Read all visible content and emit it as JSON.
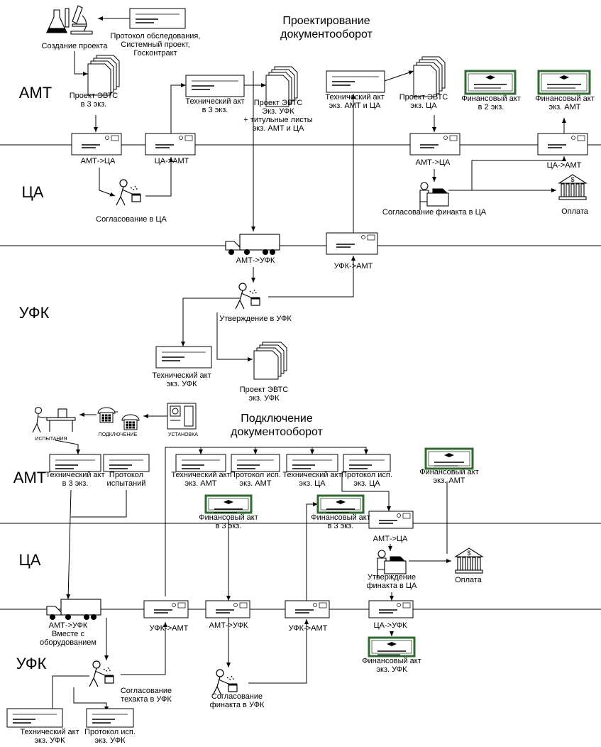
{
  "section1": {
    "title": [
      "Проектирование",
      "документооборот"
    ],
    "lanes": {
      "amt": "АМТ",
      "ca": "ЦА",
      "ufk": "УФК"
    },
    "labels": {
      "create_project": "Создание проекта",
      "protocol": [
        "Протокол обследования,",
        "Системный проект,",
        "Госконтракт"
      ],
      "project_evts_3": [
        "Проект ЭВТС",
        "в 3 экз."
      ],
      "tech_act_3": [
        "Технический акт",
        "в 3 экз."
      ],
      "project_evts_ufk_copy": [
        "Проект ЭВТС",
        "Экз. УФК",
        "+ титульные листы",
        "экз. АМТ и ЦА"
      ],
      "tech_act_amt_ca": [
        "Технический акт",
        "экз. АМТ и ЦА"
      ],
      "project_evts_ca": [
        "Проект ЭВТС",
        "экз. ЦА"
      ],
      "fin_act_2": [
        "Финансовый акт",
        "в 2 экз."
      ],
      "fin_act_amt": [
        "Финансовый акт",
        "экз. АМТ"
      ],
      "amt_ca": "АМТ->ЦА",
      "ca_amt": "ЦА->АМТ",
      "amt_ca_2": "АМТ->ЦА",
      "ca_amt_2": "ЦА->АМТ",
      "approval_ca": "Согласование в ЦА",
      "fin_approval_ca": "Согласование финакта в ЦА",
      "payment": "Оплата",
      "amt_ufk": "АМТ->УФК",
      "ufk_amt": "УФК->АМТ",
      "approval_ufk": "Утверждение в УФК",
      "tech_act_ufk": [
        "Технический акт",
        "экз. УФК"
      ],
      "project_evts_ufk": [
        "Проект ЭВТС",
        "экз. УФК"
      ]
    }
  },
  "section2": {
    "title": [
      "Подключение",
      "документооборот"
    ],
    "lanes": {
      "amt": "АМТ",
      "ca": "ЦА",
      "ufk": "УФК"
    },
    "labels": {
      "tests": "ИСПЫТАНИЯ",
      "connection": "ПОДКЛЮЧЕНИЕ",
      "installation": "УСТАНОВКА",
      "tech_act_3": [
        "Технический акт",
        "в 3 экз."
      ],
      "test_protocol": [
        "Протокол",
        "испытаний"
      ],
      "tech_act_amt": [
        "Технический акт",
        "экз. АМТ"
      ],
      "test_protocol_amt": [
        "Протокол исп.",
        "экз. АМТ"
      ],
      "tech_act_ca": [
        "Технический акт",
        "экз. ЦА"
      ],
      "test_protocol_ca": [
        "Протокол исп.",
        "экз. ЦА"
      ],
      "fin_act_amt": [
        "Финансовый акт",
        "экз. АМТ"
      ],
      "fin_act_3a": [
        "Финансовый акт",
        "в 3 экз."
      ],
      "fin_act_3b": [
        "Финансовый акт",
        "в 3 экз."
      ],
      "amt_ca": "АМТ->ЦА",
      "fin_approval_ca": [
        "Утверждение",
        "финакта в ЦА"
      ],
      "payment": "Оплата",
      "amt_ufk_equipment": [
        "АМТ->УФК",
        "Вместе с",
        "оборудованием"
      ],
      "ufk_amt_1": "УФК->АМТ",
      "amt_ufk": "АМТ->УФК",
      "ufk_amt_2": "УФК->АМТ",
      "ca_ufk": "ЦА->УФК",
      "fin_act_ufk": [
        "Финансовый акт",
        "экз. УФК"
      ],
      "techact_approval_ufk": [
        "Согласование",
        "техакта в УФК"
      ],
      "finact_approval_ufk": [
        "Согласование",
        "финакта в УФК"
      ],
      "tech_act_ufk": [
        "Технический акт",
        "экз. УФК"
      ],
      "test_protocol_ufk": [
        "Протокол исп.",
        "экз. УФК"
      ]
    }
  },
  "colors": {
    "line": "#000000",
    "fin_frame": "#2f6b2f",
    "doc_fill": "#ffffff"
  }
}
